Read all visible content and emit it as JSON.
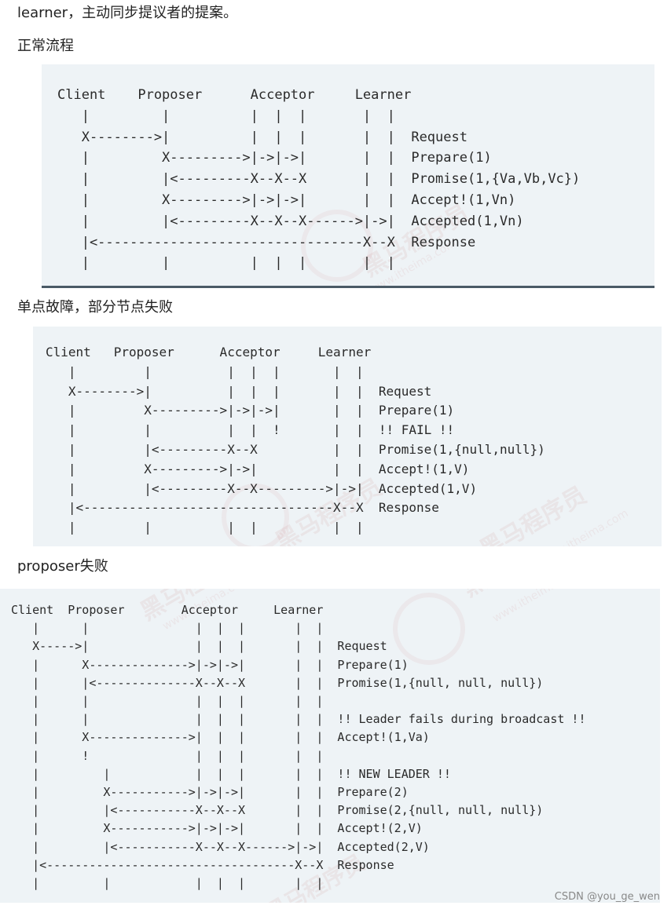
{
  "intro_text": "learner，主动同步提议者的提案。",
  "sections": [
    {
      "heading": "正常流程",
      "diagram": "Client    Proposer      Acceptor     Learner\n   |         |          |  |  |       |  |\n   X-------->|          |  |  |       |  |  Request\n   |         X--------->|->|->|       |  |  Prepare(1)\n   |         |<---------X--X--X       |  |  Promise(1,{Va,Vb,Vc})\n   |         X--------->|->|->|       |  |  Accept!(1,Vn)\n   |         |<---------X--X--X------>|->|  Accepted(1,Vn)\n   |<---------------------------------X--X  Response\n   |         |          |  |  |       |  |"
    },
    {
      "heading": "单点故障，部分节点失败",
      "diagram": "Client   Proposer      Acceptor     Learner\n   |         |          |  |  |       |  |\n   X-------->|          |  |  |       |  |  Request\n   |         X--------->|->|->|       |  |  Prepare(1)\n   |         |          |  |  !       |  |  !! FAIL !!\n   |         |<---------X--X          |  |  Promise(1,{null,null})\n   |         X--------->|->|          |  |  Accept!(1,V)\n   |         |<---------X--X--------->|->|  Accepted(1,V)\n   |<---------------------------------X--X  Response\n   |         |          |  |          |  |"
    },
    {
      "heading": "proposer失败",
      "diagram": "Client  Proposer        Acceptor     Learner\n   |      |               |  |  |       |  |\n   X----->|               |  |  |       |  |  Request\n   |      X-------------->|->|->|       |  |  Prepare(1)\n   |      |<--------------X--X--X       |  |  Promise(1,{null, null, null})\n   |      |               |  |  |       |  |\n   |      |               |  |  |       |  |  !! Leader fails during broadcast !!\n   |      X-------------->|  |  |       |  |  Accept!(1,Va)\n   |      !               |  |  |       |  |\n   |         |            |  |  |       |  |  !! NEW LEADER !!\n   |         X----------->|->|->|       |  |  Prepare(2)\n   |         |<-----------X--X--X       |  |  Promise(2,{null, null, null})\n   |         X----------->|->|->|       |  |  Accept!(2,V)\n   |         |<-----------X--X--X------>|->|  Accepted(2,V)\n   |<-----------------------------------X--X  Response\n   |         |            |  |  |       |  |"
    }
  ],
  "watermark": {
    "brand": "黑马程序员",
    "url": "www.itheima.com"
  },
  "footer_credit": "CSDN @you_ge_wen"
}
